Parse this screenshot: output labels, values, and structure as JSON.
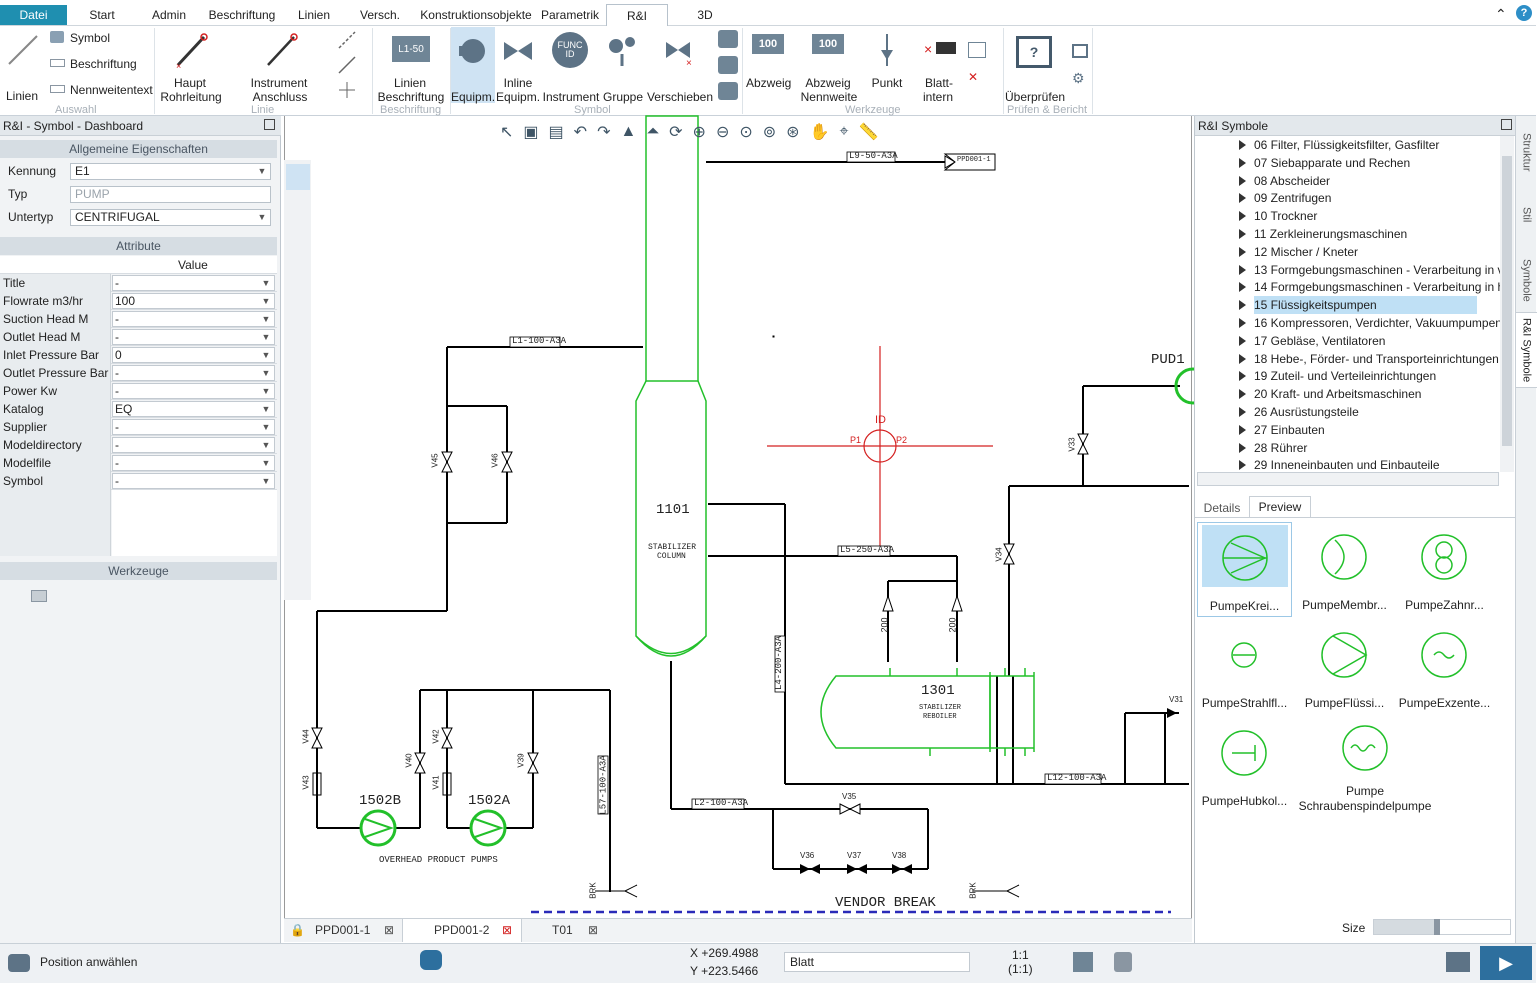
{
  "menu": {
    "tabs": [
      "Datei",
      "Start",
      "Admin",
      "Beschriftung",
      "Linien",
      "Versch.",
      "Konstruktionsobjekte",
      "Parametrik",
      "R&I",
      "3D"
    ],
    "active": "R&I"
  },
  "ribbon": {
    "linien": "Linien",
    "symbol": "Symbol",
    "beschriftung": "Beschriftung",
    "nennweitentext": "Nennweitentext",
    "group_auswahl": "Auswahl",
    "haupt": "Haupt",
    "rohrleitung": "Rohrleitung",
    "instrument": "Instrument",
    "anschluss": "Anschluss",
    "group_linie": "Linie",
    "l150": "L1-50",
    "linien_besch": "Linien",
    "beschriftung2": "Beschriftung",
    "group_beschriftung": "Beschriftung",
    "equipm": "Equipm.",
    "inline": "Inline",
    "equipm2": "Equipm.",
    "func": "FUNC",
    "func_id": "ID",
    "instrument2": "Instrument",
    "gruppe": "Gruppe",
    "verschieben": "Verschieben",
    "group_symbol": "Symbol",
    "abzweig": "Abzweig",
    "abzweig_nw": "Abzweig",
    "nennweite": "Nennweite",
    "punkt": "Punkt",
    "blatt": "Blatt-",
    "intern": "intern",
    "hundred": "100",
    "group_werkzeuge": "Werkzeuge",
    "ueberpruefen": "Überprüfen",
    "group_pruefen": "Prüfen & Bericht"
  },
  "left": {
    "title": "R&I - Symbol - Dashboard",
    "general_header": "Allgemeine Eigenschaften",
    "fields": [
      {
        "label": "Kennung",
        "value": "E1"
      },
      {
        "label": "Typ",
        "value": "PUMP"
      },
      {
        "label": "Untertyp",
        "value": "CENTRIFUGAL"
      }
    ],
    "attr_header": "Attribute",
    "value_header": "Value",
    "attributes": [
      {
        "label": "Title",
        "value": "-"
      },
      {
        "label": "Flowrate m3/hr",
        "value": "100"
      },
      {
        "label": "Suction Head M",
        "value": "-"
      },
      {
        "label": "Outlet Head M",
        "value": "-"
      },
      {
        "label": "Inlet Pressure Bar",
        "value": "0"
      },
      {
        "label": "Outlet Pressure Bar",
        "value": "-"
      },
      {
        "label": "Power Kw",
        "value": "-"
      },
      {
        "label": "Katalog",
        "value": "EQ"
      },
      {
        "label": "Supplier",
        "value": "-"
      },
      {
        "label": "Modeldirectory",
        "value": "-"
      },
      {
        "label": "Modelfile",
        "value": "-"
      },
      {
        "label": "Symbol",
        "value": "-"
      }
    ],
    "tools_header": "Werkzeuge"
  },
  "drawing": {
    "column_tag": "1101",
    "column_name1": "STABILIZER",
    "column_name2": "COLUMN",
    "reboiler_tag": "1301",
    "reboiler_name1": "STABILIZER",
    "reboiler_name2": "REBOILER",
    "pump_a": "1502A",
    "pump_b": "1502B",
    "pumps_caption": "OVERHEAD PRODUCT PUMPS",
    "pud": "PUD1",
    "vendor_break": "VENDOR BREAK",
    "id_tag": "ID",
    "p1": "P1",
    "p2": "P2",
    "l9": "L9-50-A3A",
    "l1": "L1-100-A3A",
    "l5": "L5-250-A3A",
    "l4": "L4-200-A3A",
    "l2": "L2-100-A3A",
    "l12": "L12-100-A3A",
    "l57": "L57-100-A3A",
    "ppd": "PPD001-1",
    "v200a": "200",
    "v200b": "200",
    "v35": "V35",
    "v36": "V36",
    "v37": "V37",
    "v38": "V38",
    "v31": "V31",
    "v45": "V45",
    "v46": "V46",
    "v44": "V44",
    "v43": "V43",
    "v40": "V40",
    "v42": "V42",
    "v41": "V41",
    "v39": "V39",
    "v33": "V33",
    "v34": "V34",
    "brk": "BRK"
  },
  "doctabs": [
    "PPD001-1",
    "PPD001-2",
    "T01"
  ],
  "right": {
    "title": "R&I Symbole",
    "items": [
      "06 Filter, Flüssigkeitsfilter, Gasfilter",
      "07 Siebapparate und Rechen",
      "08 Abscheider",
      "09 Zentrifugen",
      "10 Trockner",
      "11 Zerkleinerungsmaschinen",
      "12 Mischer / Kneter",
      "13 Formgebungsmaschinen - Verarbeitung in v",
      "14 Formgebungsmaschinen - Verarbeitung in h",
      "15 Flüssigkeitspumpen",
      "16 Kompressoren, Verdichter, Vakuumpumpen",
      "17 Gebläse, Ventilatoren",
      "18 Hebe-, Förder- und Transporteinrichtungen",
      "19 Zuteil- und Verteileinrichtungen",
      "20 Kraft- und Arbeitsmaschinen",
      "26 Ausrüstungsteile",
      "27 Einbauten",
      "28 Rührer",
      "29 Inneneinbauten und Einbauteile"
    ],
    "selected_index": 9,
    "tab_details": "Details",
    "tab_preview": "Preview",
    "previews": [
      "PumpeKrei...",
      "PumpeMembr...",
      "PumpeZahnr...",
      "PumpeStrahlfl...",
      "PumpeFlüssi...",
      "PumpeExzente...",
      "PumpeHubkol..."
    ],
    "preview_last1": "Pumpe",
    "preview_last2": "Schraubenspindelpumpe",
    "size_label": "Size"
  },
  "sidetabs": [
    "Struktur",
    "Stil",
    "Symbole",
    "R&I Symbole"
  ],
  "status": {
    "hint": "Position anwählen",
    "x": "X +269.4988",
    "y": "Y +223.5466",
    "blatt": "Blatt",
    "scale1": "1:1",
    "scale2": "(1:1)"
  },
  "colors": {
    "accent": "#1f8fb0",
    "green": "#22c02a",
    "red": "#d42020",
    "selected": "#bfe0f5"
  }
}
